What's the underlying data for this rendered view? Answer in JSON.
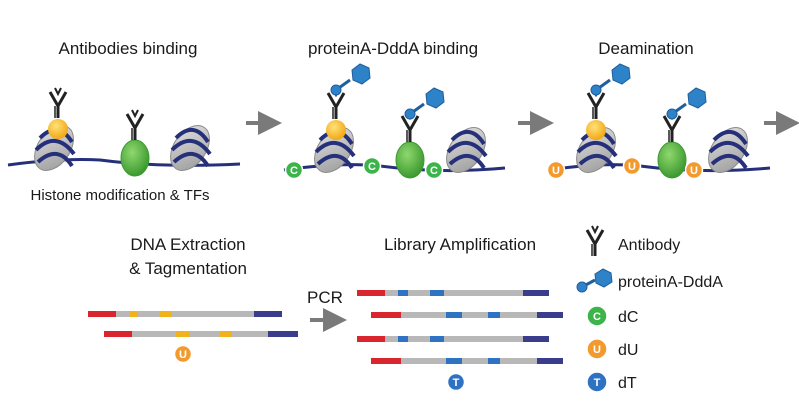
{
  "steps": {
    "step1_title": "Antibodies binding",
    "step1_note": "Histone modification & TFs",
    "step2_title": "proteinA-DddA binding",
    "step3_title": "Deamination",
    "step4_title_line1": "DNA Extraction",
    "step4_title_line2": "& Tagmentation",
    "step5_title": "Library Amplification",
    "pcr_label": "PCR"
  },
  "badges": {
    "dC": "C",
    "dU": "U",
    "dT": "T"
  },
  "legend": {
    "antibody": "Antibody",
    "protein": "proteinA-DddA",
    "dC": "dC",
    "dU": "dU",
    "dT": "dT"
  },
  "colors": {
    "dna": "#26307a",
    "nucleosome": "#c9c9c9",
    "histone_mark": "#f2b21b",
    "tf": "#5cb848",
    "dddA": "#2e82c8",
    "dC": "#3cb44a",
    "dU": "#f29a2e",
    "dT": "#2e72c4",
    "adapter_left": "#d9262e",
    "adapter_right": "#3a3d8c",
    "read": "#b8b8b8",
    "arrow": "#7a7a7a"
  }
}
